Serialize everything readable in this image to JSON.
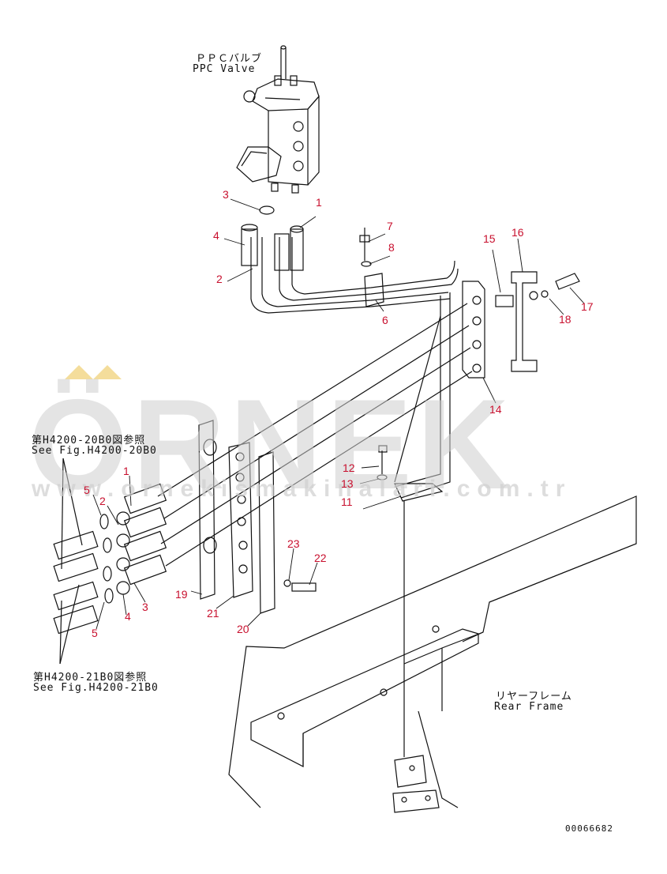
{
  "labels": {
    "ppc_jp": "ＰＰＣバルブ",
    "ppc_en": "PPC Valve",
    "fig20_jp": "第H4200-20B0図参照",
    "fig20_en": "See Fig.H4200-20B0",
    "fig21_jp": "第H4200-21B0図参照",
    "fig21_en": "See Fig.H4200-21B0",
    "rear_jp": "リヤーフレーム",
    "rear_en": "Rear Frame",
    "code": "00066682"
  },
  "watermark": {
    "brand": "ÖRNEK",
    "url": "www.ornekismakinalari.com.tr"
  },
  "part_numbers": {
    "n1a": "1",
    "n3a": "3",
    "n4a": "4",
    "n2a": "2",
    "n7": "7",
    "n8": "8",
    "n6": "6",
    "n15": "15",
    "n16": "16",
    "n17": "17",
    "n18": "18",
    "n14": "14",
    "n12": "12",
    "n13": "13",
    "n11": "11",
    "n1b": "1",
    "n2b": "2",
    "n5a": "5",
    "n3b": "3",
    "n4b": "4",
    "n5b": "5",
    "n23": "23",
    "n22": "22",
    "n19": "19",
    "n21": "21",
    "n20": "20"
  },
  "colors": {
    "line": "#111111",
    "part_number": "#c8102e",
    "watermark": "#cfcfcf",
    "watermark_dot": "#f0d27a"
  }
}
